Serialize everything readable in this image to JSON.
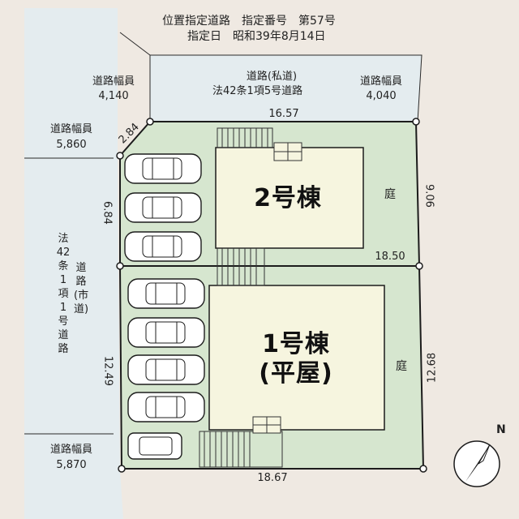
{
  "header": {
    "line1": "位置指定道路　指定番号　第57号",
    "line2": "指定日　昭和39年8月14日"
  },
  "roads": {
    "private_road_title": "道路(私道)",
    "private_road_law": "法42条1項5号道路",
    "width_label": "道路幅員",
    "left_top_width": "4,140",
    "right_top_width": "4,040",
    "left_width_upper": "5,860",
    "left_width_lower": "5,870",
    "city_road_vertical": [
      "法",
      "42",
      "条",
      "1",
      "項",
      "1",
      "号",
      "道",
      "路"
    ],
    "city_road_paren": [
      "道",
      "路",
      "(市",
      "道)"
    ]
  },
  "dimensions": {
    "top": "16.57",
    "corner": "2.84",
    "left_upper": "6.84",
    "left_lower": "12.49",
    "middle": "18.50",
    "right_upper": "9.06",
    "right_lower": "12.68",
    "bottom": "18.67"
  },
  "buildings": {
    "building2": "2号棟",
    "building1_line1": "1号棟",
    "building1_line2": "(平屋)",
    "garden": "庭"
  },
  "compass": {
    "north": "N"
  },
  "colors": {
    "lot_fill": "#d6e6cf",
    "building_fill": "#f6f5df",
    "road_fill": "#e4ecef",
    "line": "#1c1c1c"
  }
}
